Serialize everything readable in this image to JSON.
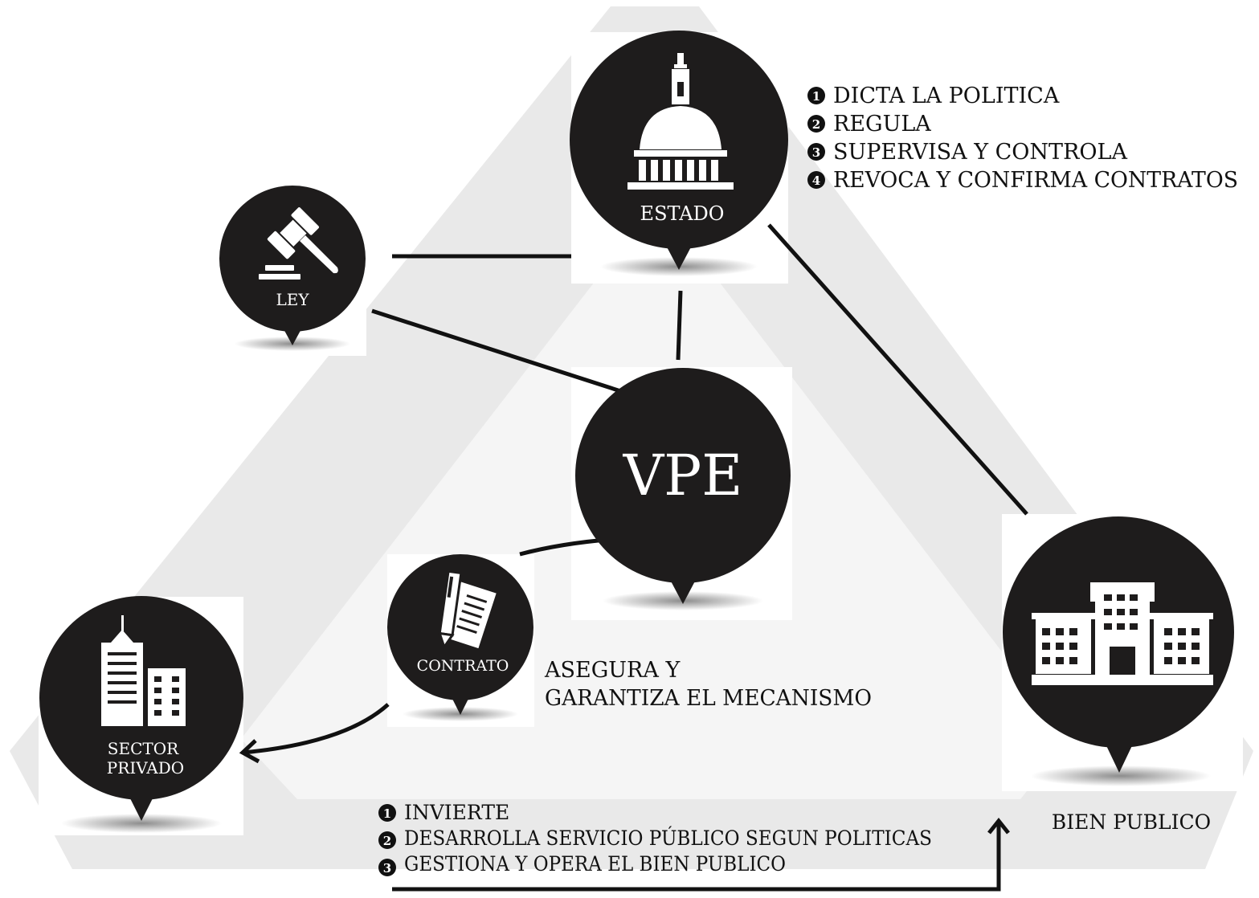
{
  "colors": {
    "background": "#ffffff",
    "triangle_outer": "#e9e9e9",
    "triangle_inner": "#f7f7f7",
    "pin_fill": "#1e1c1c",
    "pin_text": "#ffffff",
    "line": "#111111"
  },
  "nodes": {
    "estado": {
      "label": "ESTADO",
      "icon": "capitol-dome-icon"
    },
    "ley": {
      "label": "LEY",
      "icon": "gavel-icon"
    },
    "vpe": {
      "label": "VPE"
    },
    "contrato": {
      "label": "CONTRATO",
      "icon": "contract-pen-icon"
    },
    "sector_privado": {
      "label_line1": "SECTOR",
      "label_line2": "PRIVADO",
      "icon": "city-buildings-icon"
    },
    "bien_publico": {
      "label": "BIEN PUBLICO",
      "icon": "public-building-icon"
    }
  },
  "estado_roles": [
    {
      "number": "1",
      "text": "DICTA LA POLITICA"
    },
    {
      "number": "2",
      "text": "REGULA"
    },
    {
      "number": "3",
      "text": "SUPERVISA Y CONTROLA"
    },
    {
      "number": "4",
      "text": "REVOCA Y CONFIRMA CONTRATOS"
    }
  ],
  "contrato_note": {
    "line1": "ASEGURA Y",
    "line2": "GARANTIZA EL MECANISMO"
  },
  "sector_roles": [
    {
      "number": "1",
      "text": "INVIERTE"
    },
    {
      "number": "2",
      "text": "DESARROLLA SERVICIO PÚBLICO SEGUN POLITICAS"
    },
    {
      "number": "3",
      "text": "GESTIONA Y OPERA EL BIEN PUBLICO"
    }
  ]
}
